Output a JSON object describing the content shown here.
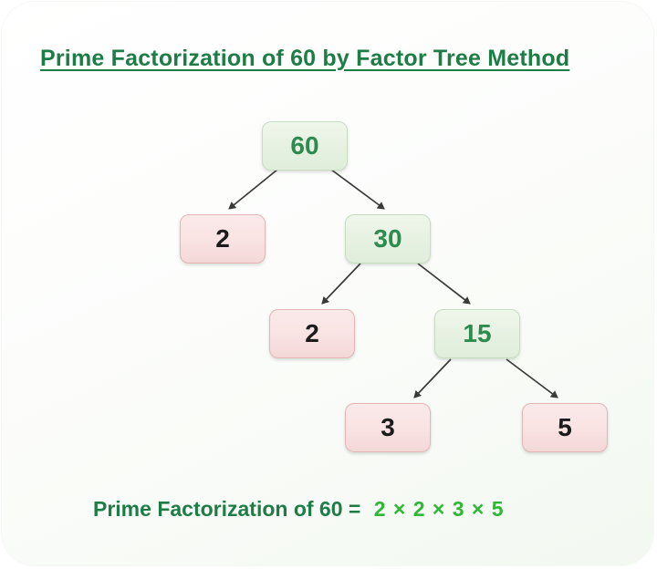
{
  "page": {
    "title": "Prime Factorization of 60 by Factor Tree Method"
  },
  "tree": {
    "nodes": [
      {
        "label": "60",
        "type": "composite"
      },
      {
        "label": "2",
        "type": "prime"
      },
      {
        "label": "30",
        "type": "composite"
      },
      {
        "label": "2",
        "type": "prime"
      },
      {
        "label": "15",
        "type": "composite"
      },
      {
        "label": "3",
        "type": "prime"
      },
      {
        "label": "5",
        "type": "prime"
      }
    ],
    "edges": [
      {
        "from": "60",
        "to": "2"
      },
      {
        "from": "60",
        "to": "30"
      },
      {
        "from": "30",
        "to": "2"
      },
      {
        "from": "30",
        "to": "15"
      },
      {
        "from": "15",
        "to": "3"
      },
      {
        "from": "15",
        "to": "5"
      }
    ]
  },
  "equation": {
    "label": "Prime Factorization of 60 =",
    "factors": "2 × 2 × 3 × 5"
  },
  "colors": {
    "title_green": "#1e7d46",
    "composite_text_green": "#2e8b4f",
    "composite_fill_green": "#e9f3e4",
    "composite_border_green": "#c6ddc0",
    "prime_fill_pink": "#f9e2e2",
    "prime_border_pink": "#e3b5b5",
    "prime_text": "#1c1c1c",
    "factors_bright_green": "#2eb835",
    "arrow_gray": "#3a3a3a"
  }
}
